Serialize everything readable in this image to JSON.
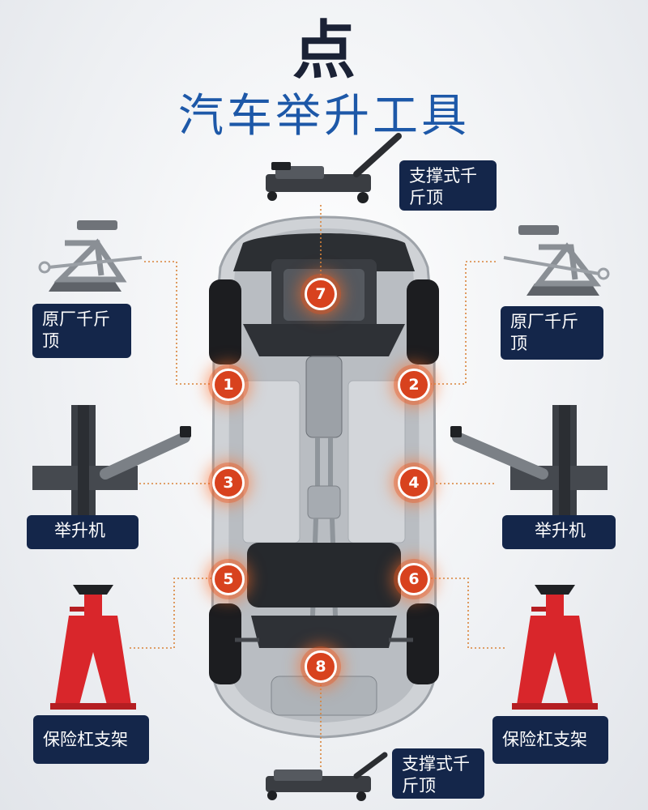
{
  "title": {
    "main": "点",
    "sub": "汽车举升工具"
  },
  "labels": {
    "floor_jack_top": "支撑式千斤顶",
    "scissor_jack_left": "原厂千斤顶",
    "scissor_jack_right": "原厂千斤顶",
    "lift_left": "举升机",
    "lift_right": "举升机",
    "jack_stand_left": "保险杠支架",
    "jack_stand_right": "保险杠支架",
    "floor_jack_bottom": "支撑式千斤顶"
  },
  "markers": [
    "7",
    "1",
    "2",
    "3",
    "4",
    "5",
    "6",
    "8"
  ],
  "colors": {
    "title_dark": "#1b2236",
    "title_blue": "#1d58a8",
    "label_bg": "#14264a",
    "marker": "#d8421e",
    "leader_line": "#d9843a",
    "jack_stand_red": "#d9262b"
  }
}
